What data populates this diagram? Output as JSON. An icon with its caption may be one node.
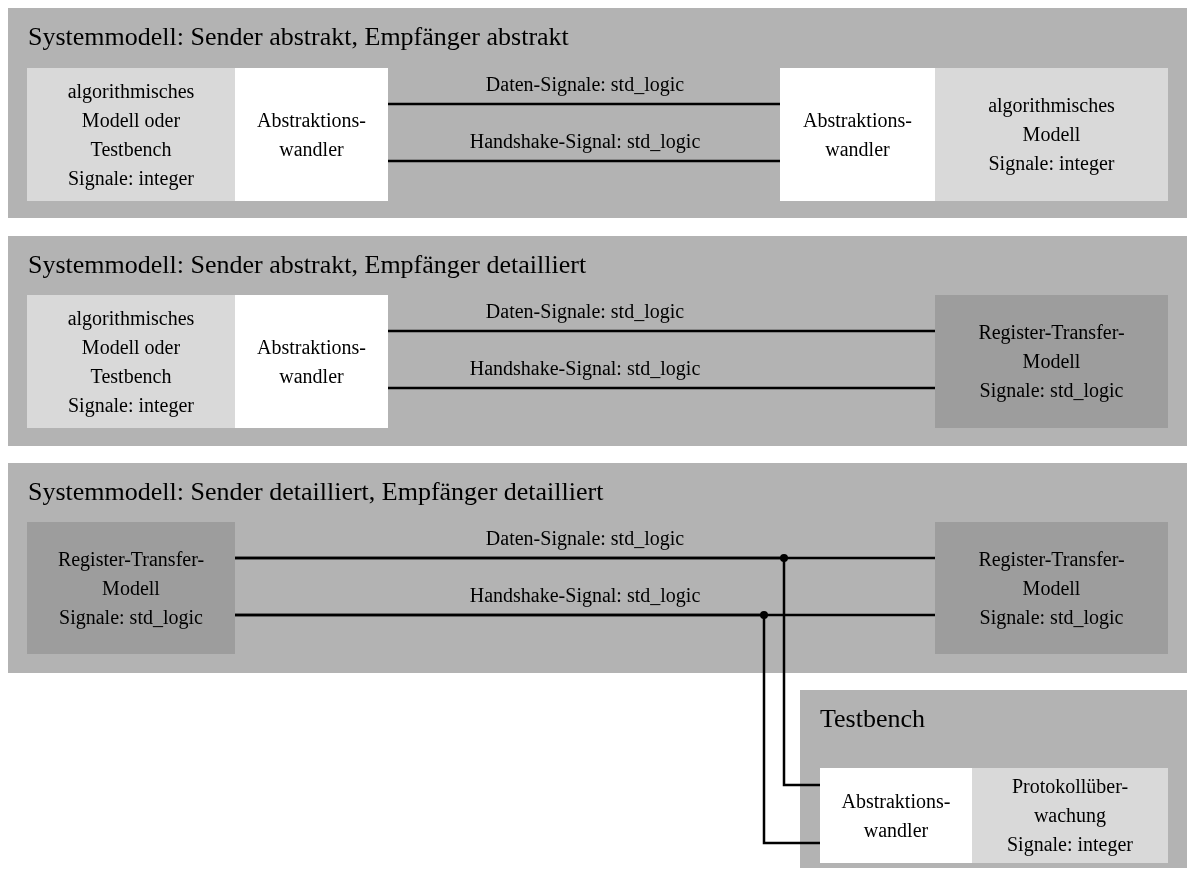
{
  "diagram": {
    "nodes": [
      {
        "text": [
          "Systemmodell: Sender abstrakt, Empfänger abstrakt"
        ]
      },
      {
        "text": [
          "algorithmisches Modell oder Testbench",
          "Signale: integer"
        ],
        "in": 0
      },
      {
        "text": [
          "Abstraktions- wandler"
        ],
        "in": 0
      },
      {
        "text": [
          "Abstraktions- wandler"
        ],
        "in": 0
      },
      {
        "text": [
          "algorithmisches Modell",
          "Signale: integer"
        ],
        "in": 0
      },
      {
        "text": [
          "Systemmodell: Sender abstrakt, Empfänger detailliert"
        ]
      },
      {
        "text": [
          "algorithmisches Modell oder Testbench",
          "Signale: integer"
        ],
        "in": 5
      },
      {
        "text": [
          "Abstraktions- wandler"
        ],
        "in": 5
      },
      {
        "text": [
          "Register-Transfer- Modell",
          "Signale: std_logic"
        ],
        "in": 5
      },
      {
        "text": [
          "Systemmodell: Sender detailliert, Empfänger detailliert"
        ]
      },
      {
        "text": [
          "Register-Transfer- Modell",
          "Signale: std_logic"
        ],
        "in": 9
      },
      {
        "text": [
          "Register-Transfer- Modell",
          "Signale: std_logic"
        ],
        "in": 9
      },
      {
        "text": [
          "Testbench"
        ]
      },
      {
        "text": [
          "Abstraktions- wandler"
        ],
        "in": 12
      },
      {
        "text": [
          "Protokollüber- wachung",
          "Signale: integer"
        ],
        "in": 12
      }
    ],
    "edges": [
      {
        "from": 2,
        "to": 3,
        "arrow": "none",
        "label": "Daten-Signale: std_logic"
      },
      {
        "from": 2,
        "to": 3,
        "arrow": "none",
        "label": "Handshake-Signal: std_logic"
      },
      {
        "from": 7,
        "to": 8,
        "arrow": "none",
        "label": "Daten-Signale: std_logic"
      },
      {
        "from": 7,
        "to": 8,
        "arrow": "none",
        "label": "Handshake-Signal: std_logic"
      },
      {
        "from": 10,
        "to": 11,
        "arrow": "none",
        "label": "Daten-Signale: std_logic"
      },
      {
        "from": 10,
        "to": 13,
        "arrow": "none"
      },
      {
        "from": 10,
        "to": 11,
        "arrow": "none",
        "label": "Handshake-Signal: std_logic"
      },
      {
        "from": 10,
        "to": 13,
        "arrow": "none"
      }
    ]
  }
}
